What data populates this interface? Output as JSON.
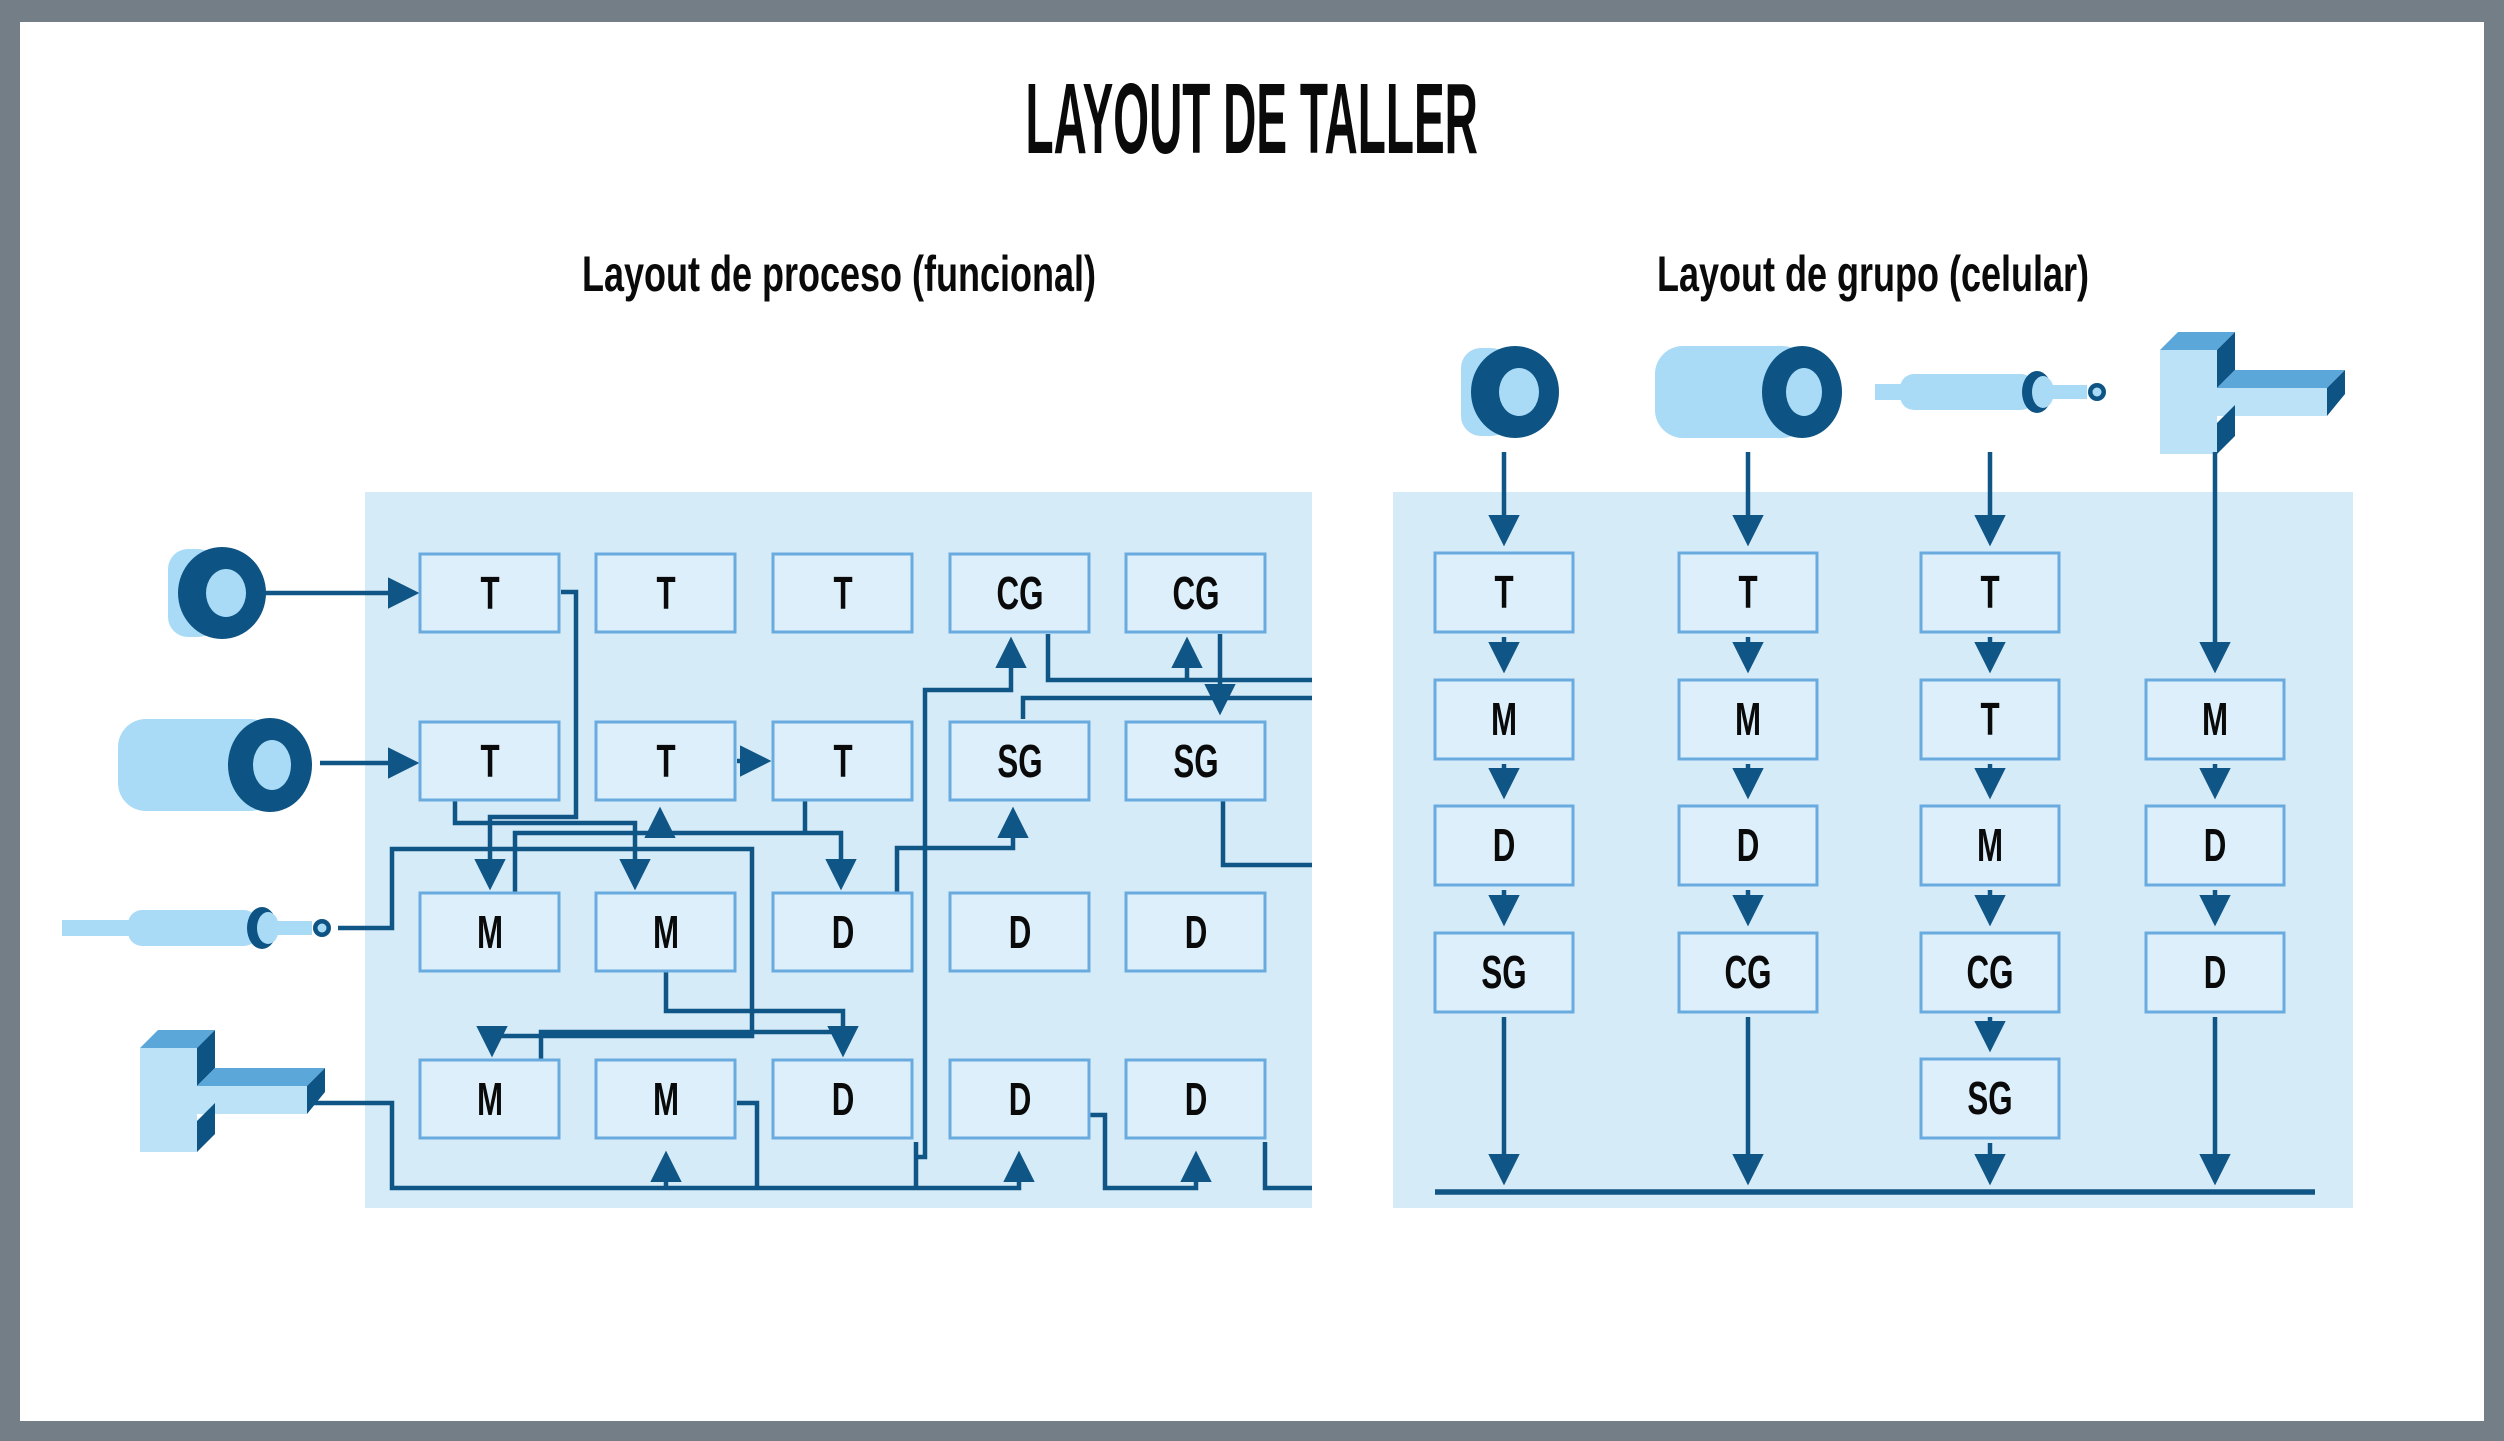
{
  "title": "LAYOUT DE TALLER",
  "left_panel": {
    "subtitle": "Layout de proceso (funcional)",
    "machine_rows": [
      [
        "T",
        "T",
        "T",
        "CG",
        "CG"
      ],
      [
        "T",
        "T",
        "T",
        "SG",
        "SG"
      ],
      [
        "M",
        "M",
        "D",
        "D",
        "D"
      ],
      [
        "M",
        "M",
        "D",
        "D",
        "D"
      ]
    ],
    "parts": [
      "ring",
      "cylinder",
      "shaft",
      "block"
    ]
  },
  "right_panel": {
    "subtitle": "Layout de grupo (celular)",
    "machine_columns": [
      [
        "T",
        "M",
        "D",
        "SG"
      ],
      [
        "T",
        "M",
        "D",
        "CG"
      ],
      [
        "T",
        "T",
        "M",
        "CG",
        "SG"
      ],
      [
        "M",
        "D",
        "D"
      ]
    ],
    "parts": [
      "ring",
      "cylinder",
      "shaft",
      "block"
    ]
  },
  "colors": {
    "accent_dark": "#0f5586",
    "panel_bg": "#d5ebf8",
    "box_fill": "#dceffb",
    "box_border": "#6aabdf",
    "icon_light": "#a9dbf6",
    "icon_mid": "#5ca7da",
    "frame_gray": "#747e86"
  }
}
